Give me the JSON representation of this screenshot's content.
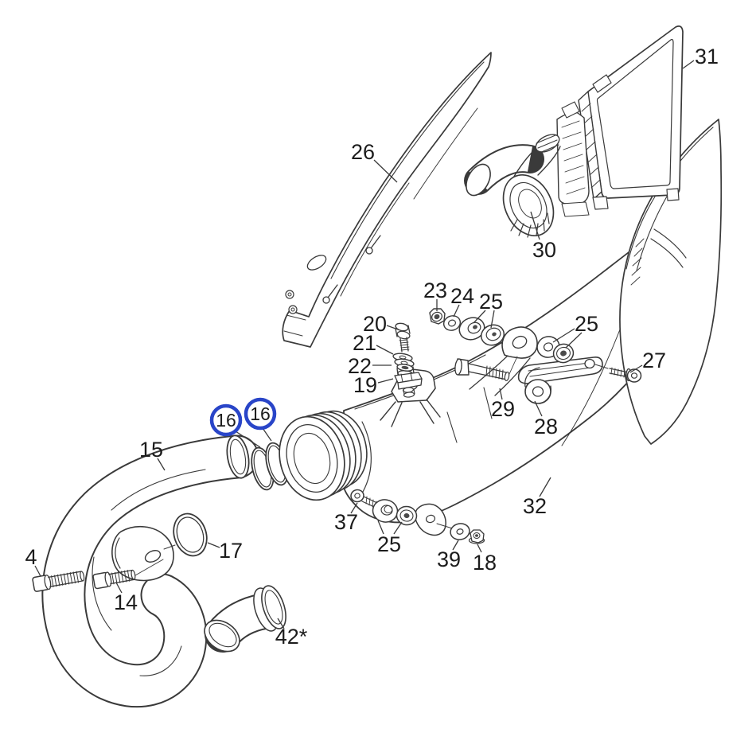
{
  "diagram": {
    "type": "exploded-parts-diagram",
    "subject": "motorcycle exhaust silencer assembly",
    "background_color": "#ffffff",
    "line_color": "#3a3a3a",
    "label_color": "#1c1c1c",
    "highlight_color": "#2945c8",
    "callouts": [
      {
        "label": "4",
        "highlighted": false
      },
      {
        "label": "14",
        "highlighted": false
      },
      {
        "label": "15",
        "highlighted": false
      },
      {
        "label": "16",
        "highlighted": true
      },
      {
        "label": "16",
        "highlighted": true
      },
      {
        "label": "17",
        "highlighted": false
      },
      {
        "label": "18",
        "highlighted": false
      },
      {
        "label": "19",
        "highlighted": false
      },
      {
        "label": "20",
        "highlighted": false
      },
      {
        "label": "21",
        "highlighted": false
      },
      {
        "label": "22",
        "highlighted": false
      },
      {
        "label": "23",
        "highlighted": false
      },
      {
        "label": "24",
        "highlighted": false
      },
      {
        "label": "25",
        "highlighted": false
      },
      {
        "label": "25",
        "highlighted": false
      },
      {
        "label": "25",
        "highlighted": false
      },
      {
        "label": "26",
        "highlighted": false
      },
      {
        "label": "27",
        "highlighted": false
      },
      {
        "label": "28",
        "highlighted": false
      },
      {
        "label": "29",
        "highlighted": false
      },
      {
        "label": "30",
        "highlighted": false
      },
      {
        "label": "31",
        "highlighted": false
      },
      {
        "label": "32",
        "highlighted": false
      },
      {
        "label": "37",
        "highlighted": false
      },
      {
        "label": "39",
        "highlighted": false
      },
      {
        "label": "42*",
        "highlighted": false
      }
    ]
  }
}
